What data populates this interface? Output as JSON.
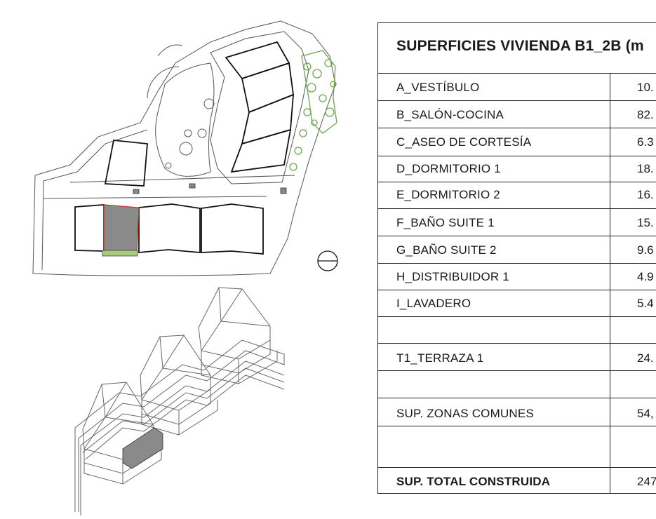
{
  "table": {
    "title": "SUPERFICIES VIVIENDA B1_2B (m",
    "rows": [
      {
        "label": "A_VESTÍBULO",
        "value": "10."
      },
      {
        "label": "B_SALÓN-COCINA",
        "value": "82."
      },
      {
        "label": "C_ASEO DE CORTESÍA",
        "value": "6.3"
      },
      {
        "label": "D_DORMITORIO 1",
        "value": "18."
      },
      {
        "label": "E_DORMITORIO 2",
        "value": "16."
      },
      {
        "label": "F_BAÑO SUITE 1",
        "value": "15."
      },
      {
        "label": "G_BAÑO SUITE 2",
        "value": "9.6"
      },
      {
        "label": "H_DISTRIBUIDOR 1",
        "value": "4.9"
      },
      {
        "label": "I_LAVADERO",
        "value": "5.4"
      }
    ],
    "terrace": {
      "label": "T1_TERRAZA 1",
      "value": "24."
    },
    "common": {
      "label": "SUP. ZONAS COMUNES",
      "value": "54,"
    },
    "total": {
      "label": "SUP. TOTAL CONSTRUIDA",
      "value": "247"
    }
  },
  "colors": {
    "highlight_unit": "#8a8a8a",
    "terrace_green": "#a7c97a",
    "garden_green": "#6aa84f",
    "outline_red": "#c0392b"
  }
}
